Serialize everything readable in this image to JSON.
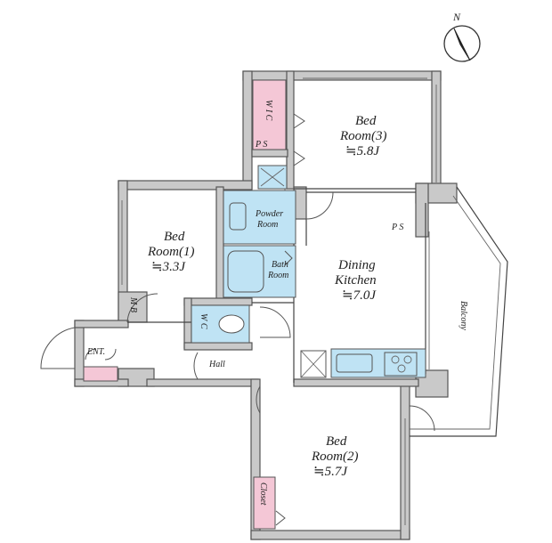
{
  "compass": {
    "label": "N"
  },
  "rooms": {
    "bed3": {
      "line1": "Bed",
      "line2": "Room(3)",
      "area": "≒5.8J"
    },
    "bed1": {
      "line1": "Bed",
      "line2": "Room(1)",
      "area": "≒3.3J"
    },
    "bed2": {
      "line1": "Bed",
      "line2": "Room(2)",
      "area": "≒5.7J"
    },
    "dining": {
      "line1": "Dining",
      "line2": "Kitchen",
      "area": "≒7.0J"
    }
  },
  "labels": {
    "wic": "W I C",
    "ps_top": "P S",
    "ps_right": "P S",
    "powder1": "Powder",
    "powder2": "Room",
    "bath1": "Bath",
    "bath2": "Room",
    "mb": "M B",
    "wc": "W C",
    "ent": "ENT.",
    "hall": "Hall",
    "balcony": "Balcony",
    "closet": "Closet"
  },
  "colors": {
    "wall": "#c9c9c9",
    "wet_area": "#bfe3f4",
    "storage": "#f4c7d6"
  }
}
